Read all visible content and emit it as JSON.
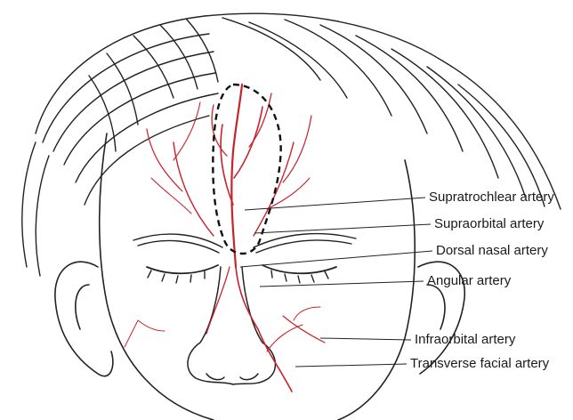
{
  "diagram": {
    "labels": [
      {
        "id": "supratrochlear",
        "text": "Supratrochlear artery"
      },
      {
        "id": "supraorbital",
        "text": "Supraorbital artery"
      },
      {
        "id": "dorsal_nasal",
        "text": "Dorsal nasal artery"
      },
      {
        "id": "angular",
        "text": "Angular artery"
      },
      {
        "id": "infraorbital",
        "text": "Infraorbital artery"
      },
      {
        "id": "transverse_facial",
        "text": "Transverse facial artery"
      }
    ],
    "colors": {
      "artery": "#c8232c",
      "artery_light": "#e08a8a",
      "ink": "#222222",
      "flap_outline": "#111111"
    }
  }
}
